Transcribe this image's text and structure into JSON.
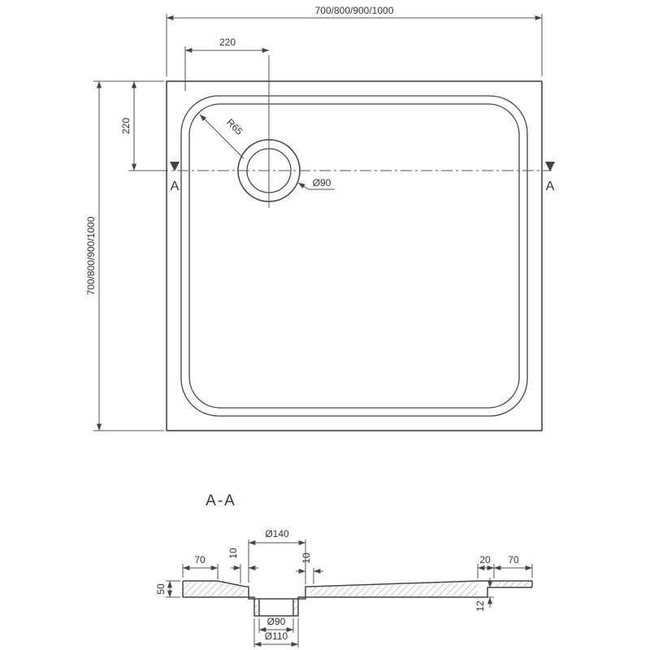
{
  "drawing": {
    "top": {
      "width": "700/800/900/1000",
      "height": "700/800/900/1000",
      "drain_x": "220",
      "drain_y": "220",
      "radius": "R65",
      "drain_d": "Ø90",
      "marker_left": "A",
      "marker_right": "A"
    },
    "section": {
      "title": "A-A",
      "recess_d": "Ø140",
      "left_edge": "70",
      "left_rim": "10",
      "right_rim": "10",
      "step_w": "20",
      "right_edge": "70",
      "height": "50",
      "step_h": "12",
      "hole_d": "Ø90",
      "flange_d": "Ø110"
    }
  }
}
